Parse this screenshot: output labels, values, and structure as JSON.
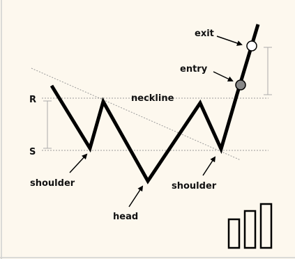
{
  "diagram": {
    "labels": {
      "resistance": "R",
      "support": "S",
      "neckline": "neckline",
      "entry": "entry",
      "exit": "exit",
      "left_shoulder": "shoulder",
      "head": "head",
      "right_shoulder": "shoulder"
    },
    "icons": {
      "corner_logo": "bar-chart-icon"
    },
    "colors": {
      "background": "#fdf8ee",
      "price_line": "#000000",
      "guide_line": "#9a9a9a",
      "entry_marker": "#888888",
      "exit_marker": "#ffffff",
      "border": "#cfcfcf"
    }
  }
}
